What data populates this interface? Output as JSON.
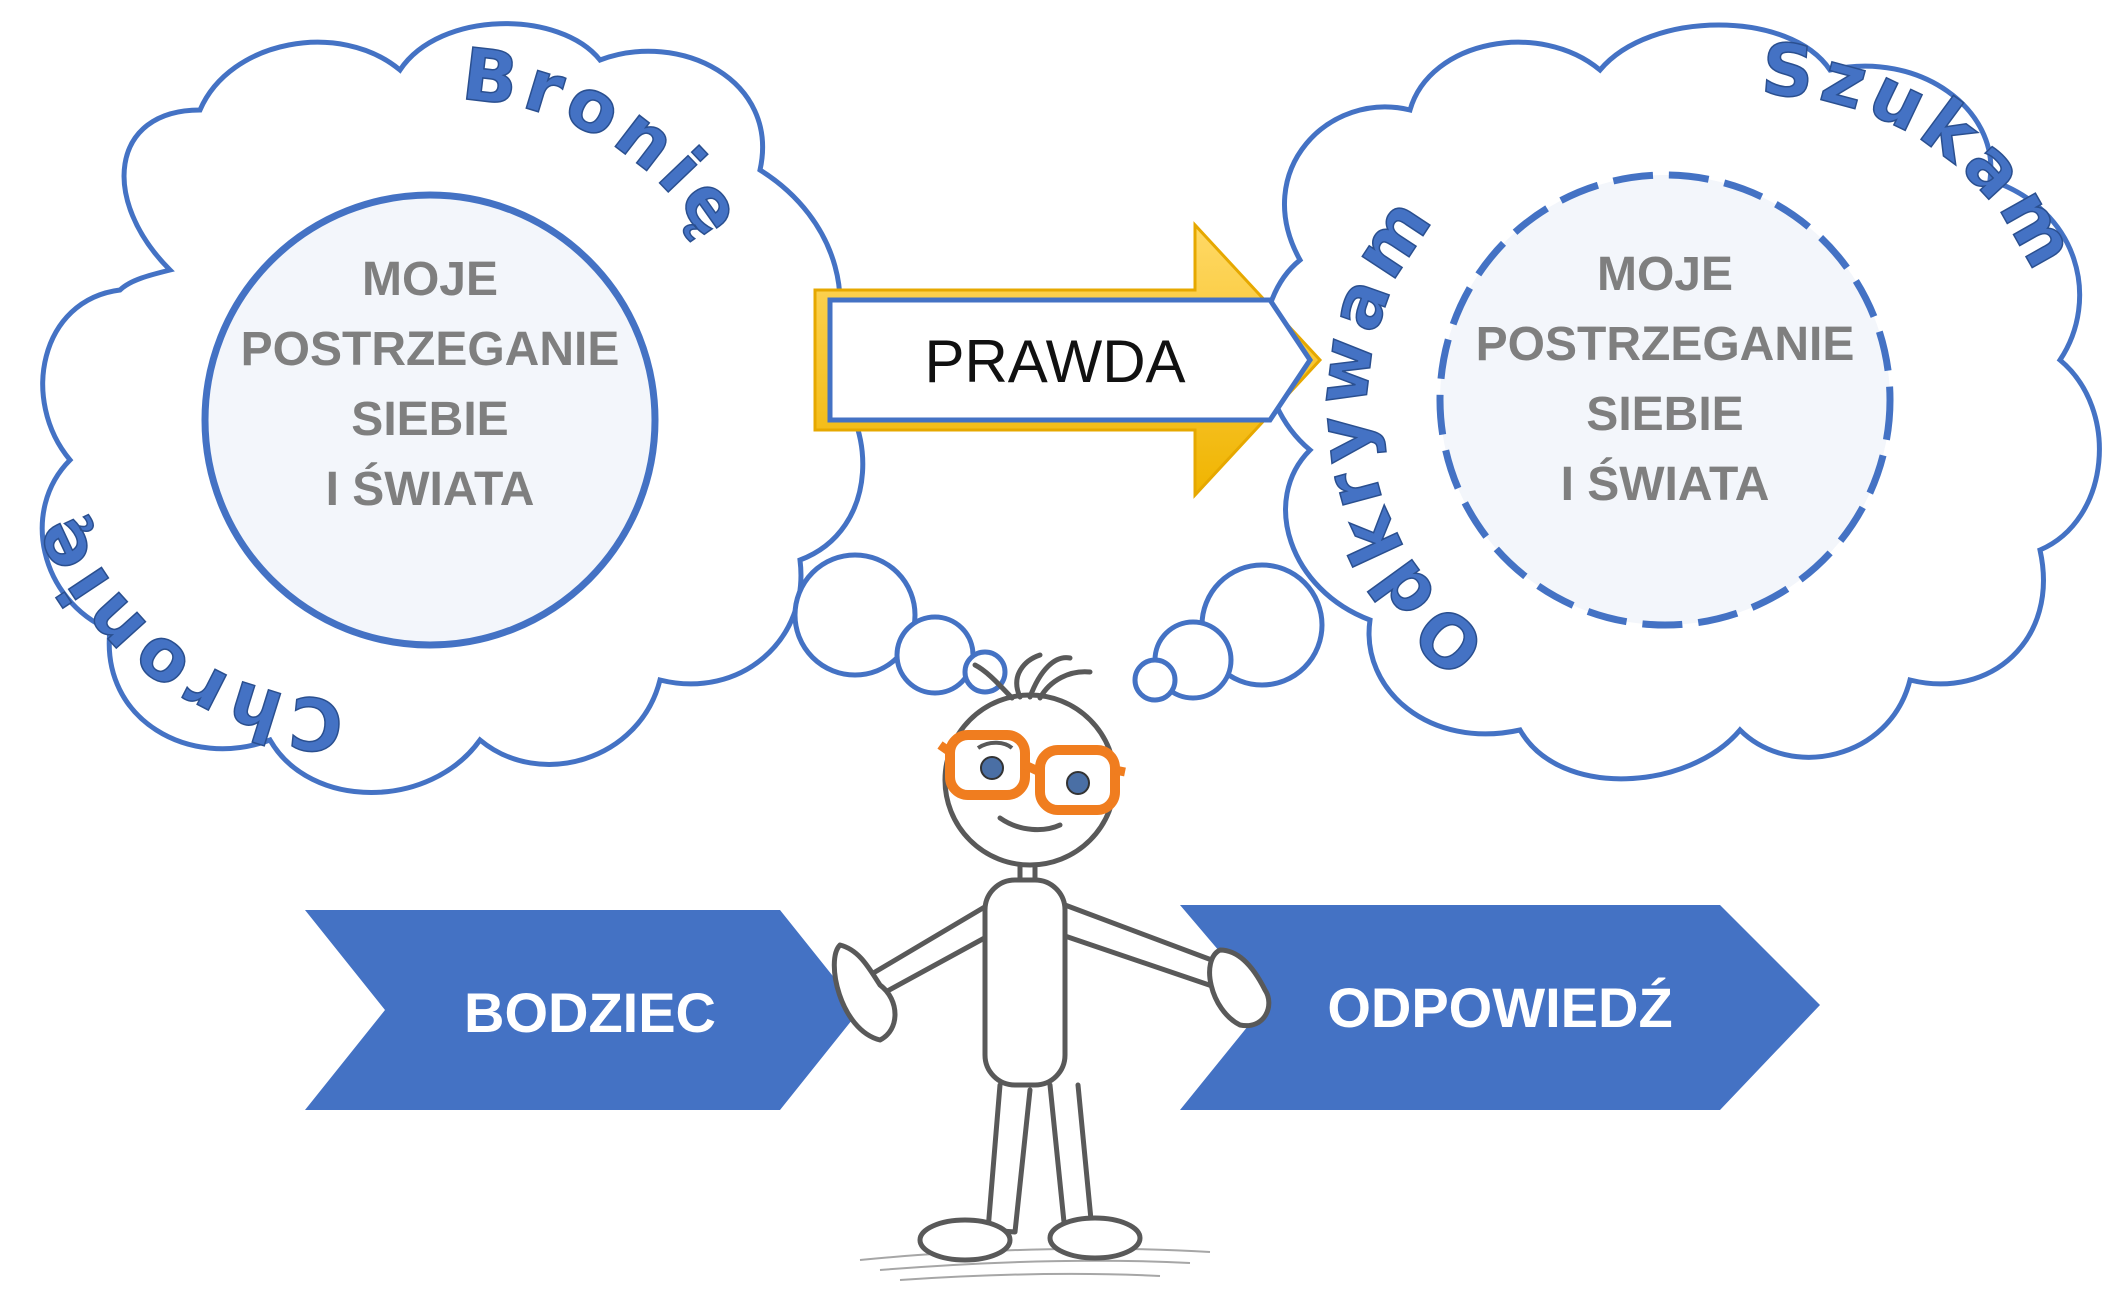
{
  "left_cloud": {
    "arc_left": "Chronię",
    "arc_right": "Bronię",
    "center_lines": [
      "MOJE",
      "POSTRZEGANIE",
      "SIEBIE",
      "I ŚWIATA"
    ]
  },
  "right_cloud": {
    "arc_left": "Odkrywam",
    "arc_right": "Szukam",
    "center_lines": [
      "MOJE",
      "POSTRZEGANIE",
      "SIEBIE",
      "I ŚWIATA"
    ]
  },
  "arrow": {
    "label": "PRAWDA"
  },
  "chevrons": {
    "left": "BODZIEC",
    "right": "ODPOWIEDŹ"
  },
  "colors": {
    "blue": "#4472c4",
    "gold": "#f5c400",
    "gray_text": "#7f7f7f",
    "glasses": "#f07d1f"
  }
}
